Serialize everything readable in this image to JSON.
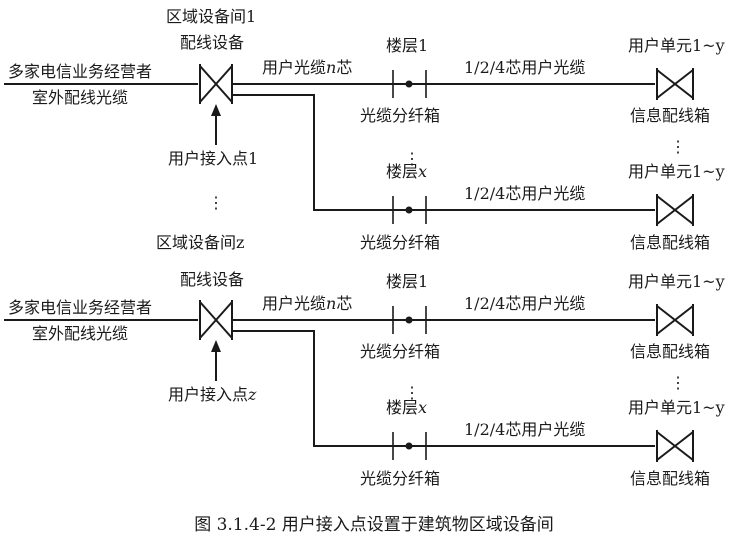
{
  "blocks": [
    {
      "provider_line1": "多家电信业务经营者",
      "provider_line2": "室外配线光缆",
      "area_room": "区域设备间1",
      "distribution_device": "配线设备",
      "access_point": "用户接入点1",
      "vertical_dots": "⋮",
      "area_room_z": "区域设备间z",
      "user_cable": "用户光缆",
      "user_cable_n": "n",
      "user_cable_core": "芯",
      "floor_1": "楼层1",
      "floor_x_prefix": "楼层",
      "floor_x_var": "x",
      "splitter_box": "光缆分纤箱",
      "core_cable": "1/2/4芯用户光缆",
      "user_unit": "用户单元1~y",
      "info_box": "信息配线箱"
    },
    {
      "provider_line1": "多家电信业务经营者",
      "provider_line2": "室外配线光缆",
      "distribution_device": "配线设备",
      "access_point_prefix": "用户接入点",
      "access_point_var": "z",
      "user_cable": "用户光缆",
      "user_cable_n": "n",
      "user_cable_core": "芯",
      "floor_1": "楼层1",
      "floor_x_prefix": "楼层",
      "floor_x_var": "x",
      "splitter_box": "光缆分纤箱",
      "core_cable": "1/2/4芯用户光缆",
      "user_unit": "用户单元1~y",
      "info_box": "信息配线箱",
      "vertical_dots": "⋮"
    }
  ],
  "caption": "图 3.1.4-2  用户接入点设置于建筑物区域设备间"
}
